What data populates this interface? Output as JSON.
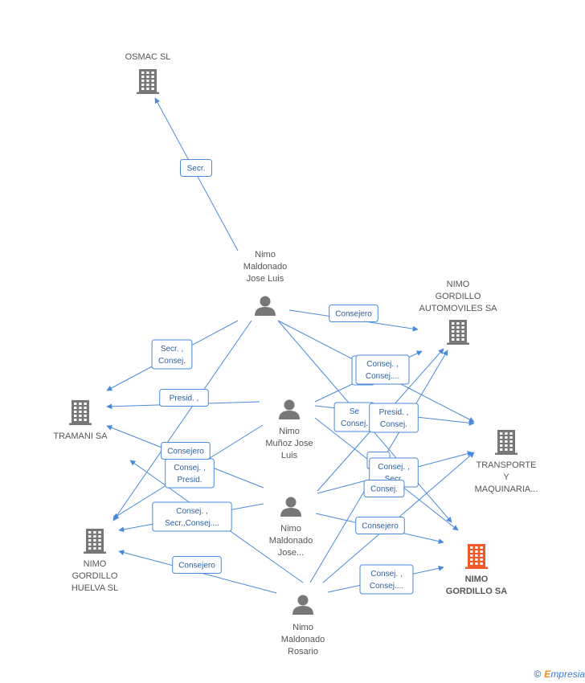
{
  "colors": {
    "edge": "#4a8ad9",
    "node_default": "#777777",
    "node_focus": "#f05a28",
    "label_text": "#555555",
    "edge_text": "#2c5f9e"
  },
  "nodes": [
    {
      "id": "osmac",
      "type": "company",
      "icon": "building-icon",
      "lines": [
        "OSMAC  SL"
      ]
    },
    {
      "id": "jose_luis",
      "type": "person",
      "icon": "person-icon",
      "lines": [
        "Nimo",
        "Maldonado",
        "Jose Luis"
      ]
    },
    {
      "id": "automoviles",
      "type": "company",
      "icon": "building-icon",
      "lines": [
        "NIMO",
        "GORDILLO",
        "AUTOMOVILES SA"
      ]
    },
    {
      "id": "tramani",
      "type": "company",
      "icon": "building-icon",
      "lines": [
        "TRAMANI SA"
      ]
    },
    {
      "id": "munoz",
      "type": "person",
      "icon": "person-icon",
      "lines": [
        "Nimo",
        "Muñoz Jose",
        "Luis"
      ]
    },
    {
      "id": "transporte",
      "type": "company",
      "icon": "building-icon",
      "lines": [
        "TRANSPORTE",
        "Y",
        "MAQUINARIA..."
      ]
    },
    {
      "id": "maldonado_jose",
      "type": "person",
      "icon": "person-icon",
      "lines": [
        "Nimo",
        "Maldonado",
        "Jose..."
      ]
    },
    {
      "id": "huelva",
      "type": "company",
      "icon": "building-icon",
      "lines": [
        "NIMO",
        "GORDILLO",
        "HUELVA  SL"
      ]
    },
    {
      "id": "gordillo",
      "type": "company",
      "icon": "building-icon",
      "focus": true,
      "lines": [
        "NIMO",
        "GORDILLO SA"
      ]
    },
    {
      "id": "rosario",
      "type": "person",
      "icon": "person-icon",
      "lines": [
        "Nimo",
        "Maldonado",
        "Rosario"
      ]
    }
  ],
  "edges": [
    {
      "from": "jose_luis",
      "to": "osmac",
      "label": [
        "Secr."
      ]
    },
    {
      "from": "jose_luis",
      "to": "automoviles",
      "label": [
        "Consejero"
      ]
    },
    {
      "from": "jose_luis",
      "to": "tramani",
      "label": [
        "Secr. ,",
        "Consej."
      ]
    },
    {
      "from": "jose_luis",
      "to": "huelva",
      "label": []
    },
    {
      "from": "jose_luis",
      "to": "transporte",
      "label": []
    },
    {
      "from": "jose_luis",
      "to": "gordillo",
      "label": []
    },
    {
      "from": "munoz",
      "to": "tramani",
      "label": [
        "Presid. ,"
      ]
    },
    {
      "from": "munoz",
      "to": "automoviles",
      "label": [
        "Co",
        "P"
      ]
    },
    {
      "from": "munoz",
      "to": "transporte",
      "label": [
        "Se",
        "Consej."
      ]
    },
    {
      "from": "munoz",
      "to": "gordillo",
      "label": [
        "Co"
      ]
    },
    {
      "from": "munoz",
      "to": "huelva",
      "label": [
        "Consej. ,",
        "Presid."
      ]
    },
    {
      "from": "maldonado_jose",
      "to": "tramani",
      "label": [
        "Consejero"
      ]
    },
    {
      "from": "maldonado_jose",
      "to": "huelva",
      "label": [
        "Consej. ,",
        "Secr.,Consej...."
      ]
    },
    {
      "from": "maldonado_jose",
      "to": "automoviles",
      "label": [
        "Consej. ,",
        "Consej...."
      ]
    },
    {
      "from": "maldonado_jose",
      "to": "transporte",
      "label": [
        "Consej. ,",
        "Secr."
      ]
    },
    {
      "from": "maldonado_jose",
      "to": "gordillo",
      "label": [
        "Consejero"
      ]
    },
    {
      "from": "rosario",
      "to": "huelva",
      "label": [
        "Consejero"
      ]
    },
    {
      "from": "rosario",
      "to": "gordillo",
      "label": [
        "Consej. ,",
        "Consej...."
      ]
    },
    {
      "from": "rosario",
      "to": "automoviles",
      "label": [
        "Presid. ,",
        "Consej."
      ]
    },
    {
      "from": "rosario",
      "to": "transporte",
      "label": [
        "Consej."
      ]
    },
    {
      "from": "rosario",
      "to": "tramani",
      "label": [
        "Consejero"
      ]
    }
  ],
  "watermark": {
    "symbol": "©",
    "brand_initial": "E",
    "brand_rest": "mpresia"
  }
}
